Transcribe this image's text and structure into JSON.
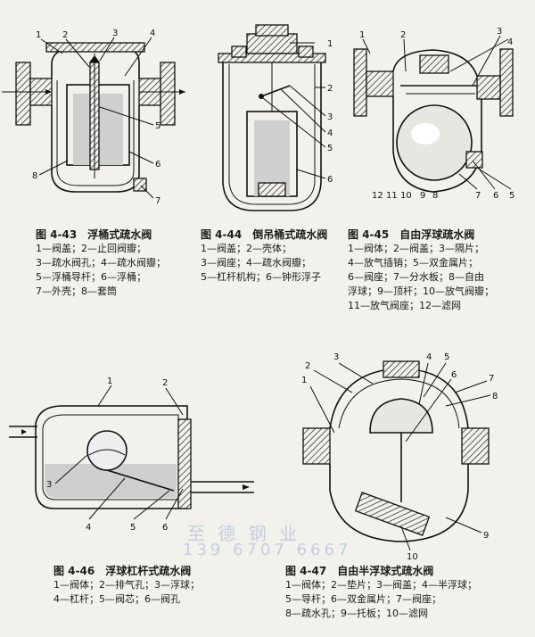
{
  "figures": [
    {
      "id": "fig-4-43",
      "caption": "图 4-43　浮桶式疏水阀",
      "legend": [
        "1—阀盖；2—止回阀瓣；",
        "3—疏水阀孔；4—疏水阀瓣；",
        "5—浮桶导杆；6—浮桶；",
        "7—外壳；8—套筒"
      ],
      "callouts": [
        "1",
        "2",
        "3",
        "4",
        "5",
        "6",
        "7",
        "8"
      ]
    },
    {
      "id": "fig-4-44",
      "caption": "图 4-44　倒吊桶式疏水阀",
      "legend": [
        "1—阀盖；2—壳体；",
        "3—阀座；4—疏水阀瓣；",
        "5—杠杆机构；6—钟形浮子"
      ],
      "callouts": [
        "1",
        "2",
        "3",
        "4",
        "5",
        "6"
      ]
    },
    {
      "id": "fig-4-45",
      "caption": "图 4-45　自由浮球疏水阀",
      "legend": [
        "1—阀体；2—阀盖；3—隔片；",
        "4—放气插销；5—双金属片；",
        "6—阀座；7—分水板；8—自由",
        "浮球；9—顶杆；10—放气阀瓣；",
        "11—放气阀座；12—滤网"
      ],
      "callouts": [
        "1",
        "2",
        "3",
        "4",
        "5",
        "6",
        "7",
        "8",
        "9",
        "10",
        "11",
        "12"
      ]
    },
    {
      "id": "fig-4-46",
      "caption": "图 4-46　浮球杠杆式疏水阀",
      "legend": [
        "1—阀体；2—排气孔；3—浮球；",
        "4—杠杆；5—阀芯；6—阀孔"
      ],
      "callouts": [
        "1",
        "2",
        "3",
        "4",
        "5",
        "6"
      ]
    },
    {
      "id": "fig-4-47",
      "caption": "图 4-47　自由半浮球式疏水阀",
      "legend": [
        "1—阀体；2—垫片；3—阀盖；4—半浮球；",
        "5—导杆；6—双金属片；7—阀座；",
        "8—疏水孔；9—托板；10—滤网"
      ],
      "callouts": [
        "1",
        "2",
        "3",
        "4",
        "5",
        "6",
        "7",
        "8",
        "9",
        "10"
      ]
    }
  ],
  "watermark": [
    "至 德 钢 业",
    "139 6707 6667"
  ]
}
